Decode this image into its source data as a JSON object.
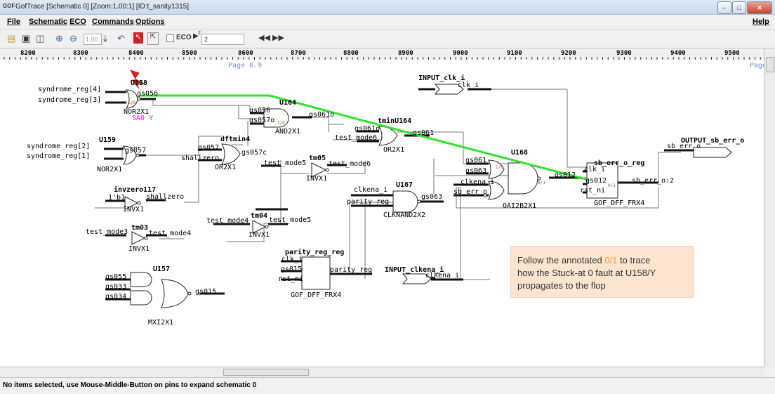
{
  "window": {
    "app_icon": "GOF",
    "title": "GofTrace [Schematic 0] [Zoom:1.00:1] [ID:t_sanity1315]"
  },
  "menu": {
    "items": [
      "File",
      "Schematic",
      "ECO",
      "Commands",
      "Options"
    ],
    "help": "Help"
  },
  "toolbar": {
    "zoom_value": "1.00",
    "eco_label": "ECO",
    "eco_field": "2",
    "superscript": "2"
  },
  "ruler": {
    "ticks": [
      "8200",
      "8300",
      "8400",
      "8500",
      "8600",
      "8700",
      "8800",
      "8900",
      "9000",
      "9100",
      "9200",
      "9300",
      "9400",
      "9500"
    ]
  },
  "schematic": {
    "page_label": "Page 0.9",
    "page_label_right": "Page",
    "fault_marker": "SA0 Y",
    "cells": {
      "U158": "U158",
      "NOR2X1": "NOR2X1",
      "U159": "U159",
      "NOR2X1b": "NOR2X1",
      "U164": "U164",
      "AND2X1": "AND2X1",
      "dftmin4": "dftmin4",
      "OR2X1": "OR2X1",
      "tminU164": "tminU164",
      "OR2X1b": "OR2X1",
      "U168": "U168",
      "OAI2B2X1": "OAI2B2X1",
      "sb_err_o_reg": "sb_err_o_reg",
      "GOF_DFF_FRX4": "GOF_DFF_FRX4",
      "tm05": "tm05",
      "INVX1": "INVX1",
      "U167": "U167",
      "CLKNAND2X2": "CLKNAND2X2",
      "invzero117": "invzero117",
      "INVX1b": "INVX1",
      "tm04": "tm04",
      "INVX1c": "INVX1",
      "tm03": "tm03",
      "INVX1d": "INVX1",
      "parity_reg_reg": "parity_reg_reg",
      "GOF_DFF_FRX4b": "GOF_DFF_FRX4",
      "U157": "U157",
      "MXI2X1": "MXI2X1"
    },
    "nets": {
      "syn4": "syndrome_reg[4]",
      "syn3": "syndrome_reg[3]",
      "syn2": "syndrome_reg[2]",
      "syn1": "syndrome_reg[1]",
      "gs056": "gs056",
      "gs056b": "gs056",
      "gs057o": "gs057o",
      "gs061o": "gs061o",
      "gs061ob": "gs061o",
      "gs061": "gs061",
      "gs057": "gs057",
      "gs057b": "gs057",
      "gs057c": "gs057c",
      "shallzero": "shallzero",
      "shallzero2": "shallzero",
      "test_mode6": "test_mode6",
      "test_mode6b": "test_mode6",
      "test_mode5": "test_mode5",
      "test_mode5b": "test_mode5",
      "test_mode4": "test_mode4",
      "test_mode4b": "test_mode4",
      "test_mode3": "test_mode3",
      "one_b1": "1'b1",
      "clkena_i": "clkena_i",
      "parity_reg": "parity_reg",
      "parity_reg2": "parity_reg",
      "gs063": "gs063",
      "gs063b": "gs063",
      "gs061b": "gs061",
      "clkena_i2": "clkena_i",
      "sb_err_o": "sb_err_o",
      "gs012": "gs012",
      "gs012b": "gs012",
      "clk_i": "clk_i",
      "clk_i2": "clk_i",
      "clk_i3": "clk_i",
      "rst_ni": "rst_ni",
      "rst_ni2": "rst_ni",
      "sb_err_o2": "sb_err_o:2",
      "sb_err_o3": "sb_err_o",
      "input_clk": "INPUT_clk_i",
      "input_clkena": "INPUT_clkena_i",
      "clkena_i3": "clkena_i",
      "output_sb": "OUTPUT_sb_err_o",
      "gs055": "gs055",
      "gs033": "gs033",
      "gs034": "gs034",
      "gs015": "gs015",
      "gs015b": "gs015"
    },
    "annot": {
      "a10": "1/0",
      "a10b": "1/0",
      "a10c": "1/0",
      "a01": "0/1",
      "a01b": "0/1"
    }
  },
  "note": {
    "line1_pre": "Follow the annotated ",
    "line1_hl": "0/1",
    "line1_post": " to trace",
    "line2": "how the Stuck-at 0 fault at U158/Y",
    "line3": "propagates to the flop"
  },
  "status": {
    "text": "No items selected, use Mouse-Middle-Button on pins to expand schematic 0"
  },
  "colors": {
    "trace": "#33e12f",
    "fault": "#e0201a",
    "note_bg": "#fbe5d0",
    "highlight": "#f0a030"
  }
}
